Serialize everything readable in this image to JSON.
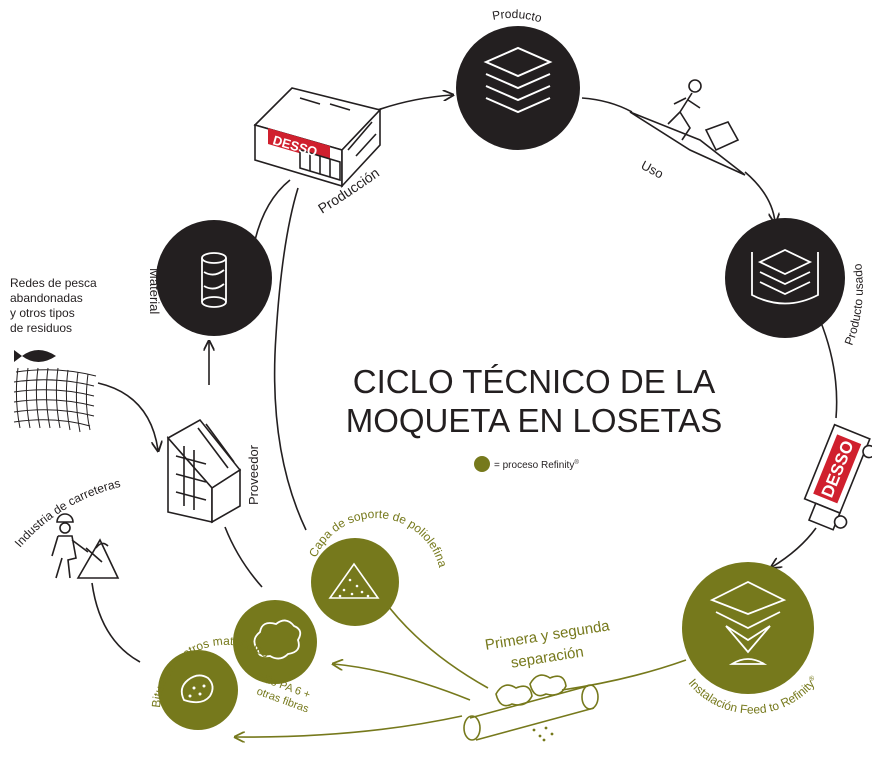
{
  "title_line1": "CICLO TÉCNICO DE LA",
  "title_line2": "MOQUETA EN LOSETAS",
  "legend_text": "= proceso Refinity",
  "legend_reg": "®",
  "labels": {
    "producto": "Producto",
    "uso": "Uso",
    "producto_usado": "Producto usado",
    "produccion": "Producción",
    "material": "Material",
    "proveedor": "Proveedor",
    "redes_line1": "Redes de pesca",
    "redes_line2": "abandonadas",
    "redes_line3": "y otros tipos",
    "redes_line4": "de residuos",
    "industria": "Industria de carreteras",
    "capa": "Capa de soporte de poliolefina",
    "hilo_line1": "Hilo PA 6 +",
    "hilo_line2": "otras fibras",
    "bitumen": "Bitumen + otros materiales",
    "separacion_line1": "Primera y segunda",
    "separacion_line2": "separación",
    "instalacion": "Instalación Feed to Refinity",
    "instalacion_reg": "®"
  },
  "brand": "DESSO",
  "colors": {
    "dark_circle": "#231f20",
    "olive": "#76791c",
    "line": "#231f20",
    "brand_red": "#d0202e",
    "text": "#231f20"
  }
}
